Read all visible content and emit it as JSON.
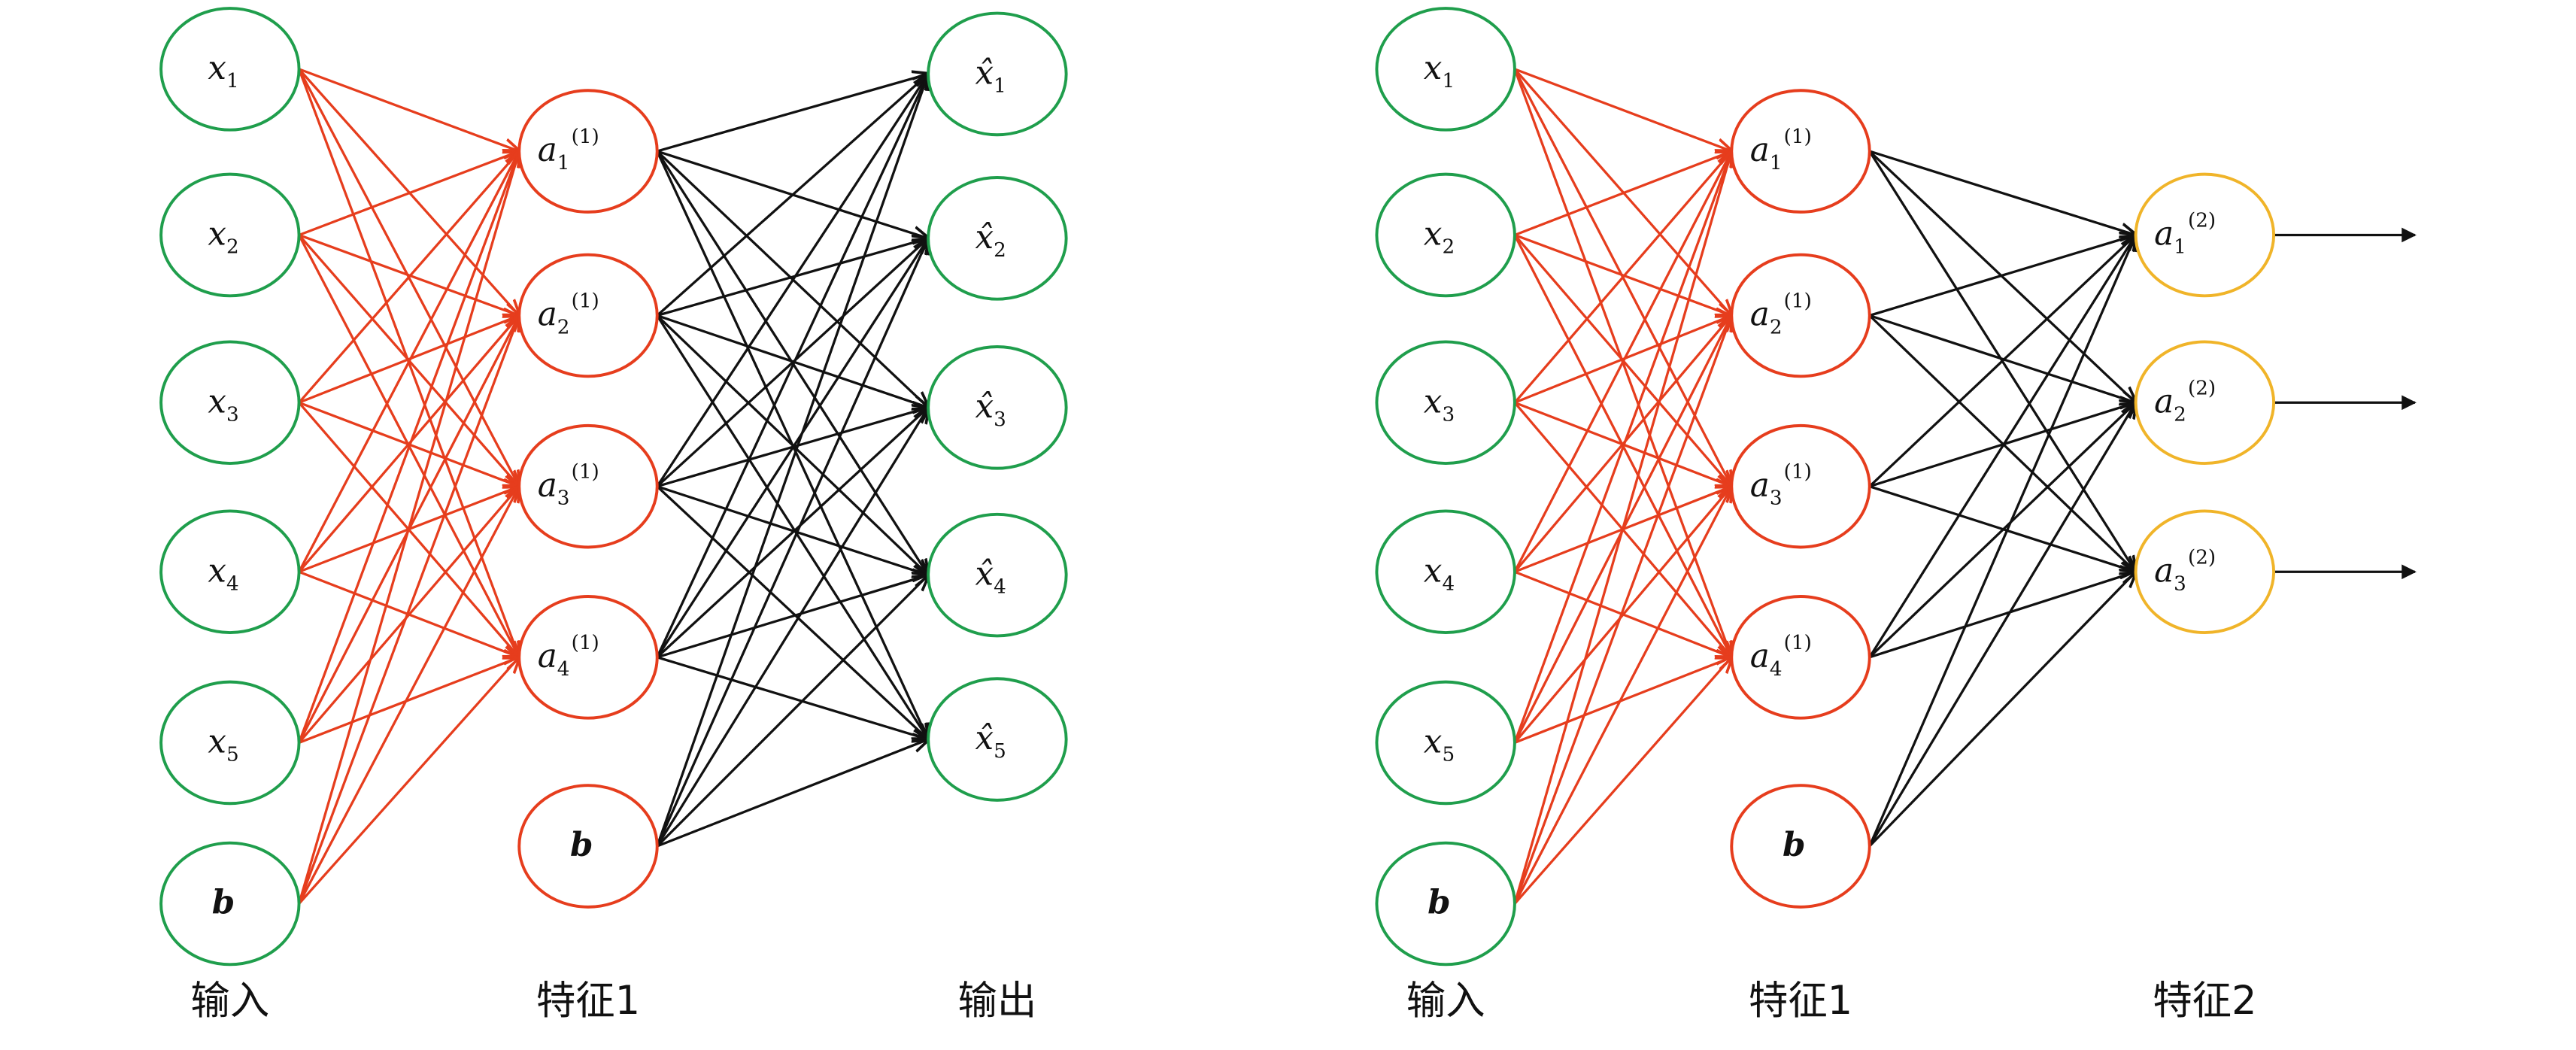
{
  "colors": {
    "input": "#1f9e4c",
    "hidden": "#e63d1d",
    "output_layer2": "#f0b429",
    "edge_in": "#e63d1d",
    "edge_out": "#111111"
  },
  "diagrams": [
    {
      "name": "autoencoder",
      "layers": [
        {
          "caption": "输入",
          "color_key": "input",
          "nodes": [
            {
              "base": "x",
              "sub": "1"
            },
            {
              "base": "x",
              "sub": "2"
            },
            {
              "base": "x",
              "sub": "3"
            },
            {
              "base": "x",
              "sub": "4"
            },
            {
              "base": "x",
              "sub": "5"
            },
            {
              "base": "b",
              "bold": true
            }
          ]
        },
        {
          "caption": "特征1",
          "color_key": "hidden",
          "nodes": [
            {
              "base": "a",
              "sub": "1",
              "sup": "(1)"
            },
            {
              "base": "a",
              "sub": "2",
              "sup": "(1)"
            },
            {
              "base": "a",
              "sub": "3",
              "sup": "(1)"
            },
            {
              "base": "a",
              "sub": "4",
              "sup": "(1)"
            },
            {
              "base": "b",
              "bold": true
            }
          ]
        },
        {
          "caption": "输出",
          "color_key": "input",
          "nodes": [
            {
              "base": "x̂",
              "sub": "1"
            },
            {
              "base": "x̂",
              "sub": "2"
            },
            {
              "base": "x̂",
              "sub": "3"
            },
            {
              "base": "x̂",
              "sub": "4"
            },
            {
              "base": "x̂",
              "sub": "5"
            }
          ]
        }
      ]
    },
    {
      "name": "stacked",
      "layers": [
        {
          "caption": "输入",
          "color_key": "input",
          "nodes": [
            {
              "base": "x",
              "sub": "1"
            },
            {
              "base": "x",
              "sub": "2"
            },
            {
              "base": "x",
              "sub": "3"
            },
            {
              "base": "x",
              "sub": "4"
            },
            {
              "base": "x",
              "sub": "5"
            },
            {
              "base": "b",
              "bold": true
            }
          ]
        },
        {
          "caption": "特征1",
          "color_key": "hidden",
          "nodes": [
            {
              "base": "a",
              "sub": "1",
              "sup": "(1)"
            },
            {
              "base": "a",
              "sub": "2",
              "sup": "(1)"
            },
            {
              "base": "a",
              "sub": "3",
              "sup": "(1)"
            },
            {
              "base": "a",
              "sub": "4",
              "sup": "(1)"
            },
            {
              "base": "b",
              "bold": true
            }
          ]
        },
        {
          "caption": "特征2",
          "color_key": "output_layer2",
          "nodes": [
            {
              "base": "a",
              "sub": "1",
              "sup": "(2)"
            },
            {
              "base": "a",
              "sub": "2",
              "sup": "(2)"
            },
            {
              "base": "a",
              "sub": "3",
              "sup": "(2)"
            }
          ],
          "output_arrows": true
        }
      ]
    }
  ]
}
